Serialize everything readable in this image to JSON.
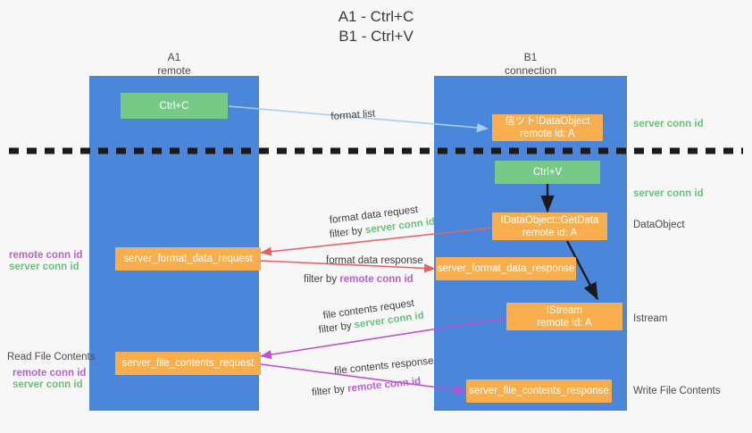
{
  "title": {
    "line1": "A1 - Ctrl+C",
    "line2": "B1 - Ctrl+V"
  },
  "columns": [
    {
      "name": "A1",
      "sub": "remote"
    },
    {
      "name": "B1",
      "sub": "connection"
    }
  ],
  "boxes": {
    "ctrl_c": "Ctrl+C",
    "ctrl_v": "Ctrl+V",
    "idataobject_top_l1": "信ツトIDataObject",
    "idataobject_top_l2": "remote id: A",
    "getdata_l1": "IDataObject::GetData",
    "getdata_l2": "remote id: A",
    "istream_l1": "IStream",
    "istream_l2": "remote id: A",
    "server_format_data_request": "server_format_data_request",
    "server_format_data_response": "server_format_data_response",
    "server_file_contents_request": "server_file_contents_request",
    "server_file_contents_response": "server_file_contents_response"
  },
  "arrow_labels": {
    "format_list": "format list",
    "format_data_request": "format data request",
    "format_data_request_filter_prefix": "filter by ",
    "format_data_request_filter_value": "server conn id",
    "format_data_response": "format data response",
    "format_data_response_filter_prefix": "filter by ",
    "format_data_response_filter_value": "remote conn id",
    "file_contents_request": "file contents request",
    "file_contents_request_filter_prefix": "filter by ",
    "file_contents_request_filter_value": "server conn id",
    "file_contents_response": "file contents response",
    "file_contents_response_filter_prefix": "filter by ",
    "file_contents_response_filter_value": "remote conn id"
  },
  "right_labels": {
    "server_conn_id_1": "server conn id",
    "server_conn_id_2": "server conn id",
    "dataobject": "DataObject",
    "istream": "Istream",
    "write_file_contents": "Write File Contents"
  },
  "left_labels": {
    "remote_conn_id_1": "remote conn id",
    "server_conn_id_1": "server conn id",
    "read_file_contents": "Read File Contents",
    "remote_conn_id_2": "remote conn id",
    "server_conn_id_2": "server conn id"
  },
  "colors": {
    "column": "#4a86d9",
    "green_box": "#76ca85",
    "orange_box": "#f9ae4d",
    "green_text": "#6abf7b",
    "purple_text": "#bb5fd0",
    "red_arrow": "#e8635f",
    "magenta_arrow": "#c14fd4",
    "blue_arrow": "#a8cdee",
    "black_arrow": "#1a1a1a",
    "background": "#f7f7f7"
  }
}
